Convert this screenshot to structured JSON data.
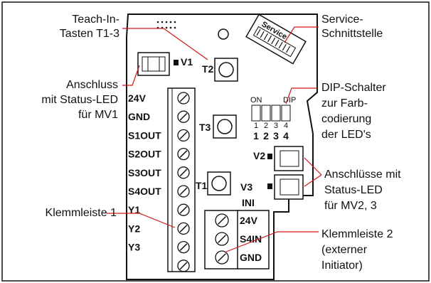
{
  "callouts": {
    "teach_in": [
      "Teach-In-",
      "Tasten T1-3"
    ],
    "service": [
      "Service-",
      "Schnittstelle"
    ],
    "connector_mv1": [
      "Anschluss",
      "mit Status-LED",
      "für MV1"
    ],
    "dip_switch": [
      "DIP-Schalter",
      "zur Farb-",
      "codierung",
      "der LED's"
    ],
    "connectors_mv23": [
      "Anschlüsse mit",
      "Status-LED",
      "für MV2, 3"
    ],
    "terminal_strip_1": [
      "Klemmleiste 1"
    ],
    "terminal_strip_2": [
      "Klemmleiste 2",
      "(externer",
      "Initiator)"
    ]
  },
  "board": {
    "service_label": "Service",
    "buttons": [
      "T1",
      "T2",
      "T3"
    ],
    "led_labels": [
      "V1",
      "V2",
      "V3"
    ],
    "dip_on": "ON",
    "dip_label": "DIP",
    "dip_numbers": [
      "1",
      "2",
      "3",
      "4"
    ],
    "terminal_strip_1": [
      "24V",
      "GND",
      "S1OUT",
      "S2OUT",
      "S3OUT",
      "S4OUT",
      "INI",
      "Y1",
      "Y2",
      "Y3"
    ],
    "terminal_strip_2": [
      "24V",
      "S4IN",
      "GND"
    ]
  },
  "colors": {
    "leader_lines": "#d01818",
    "outline": "#111111"
  }
}
